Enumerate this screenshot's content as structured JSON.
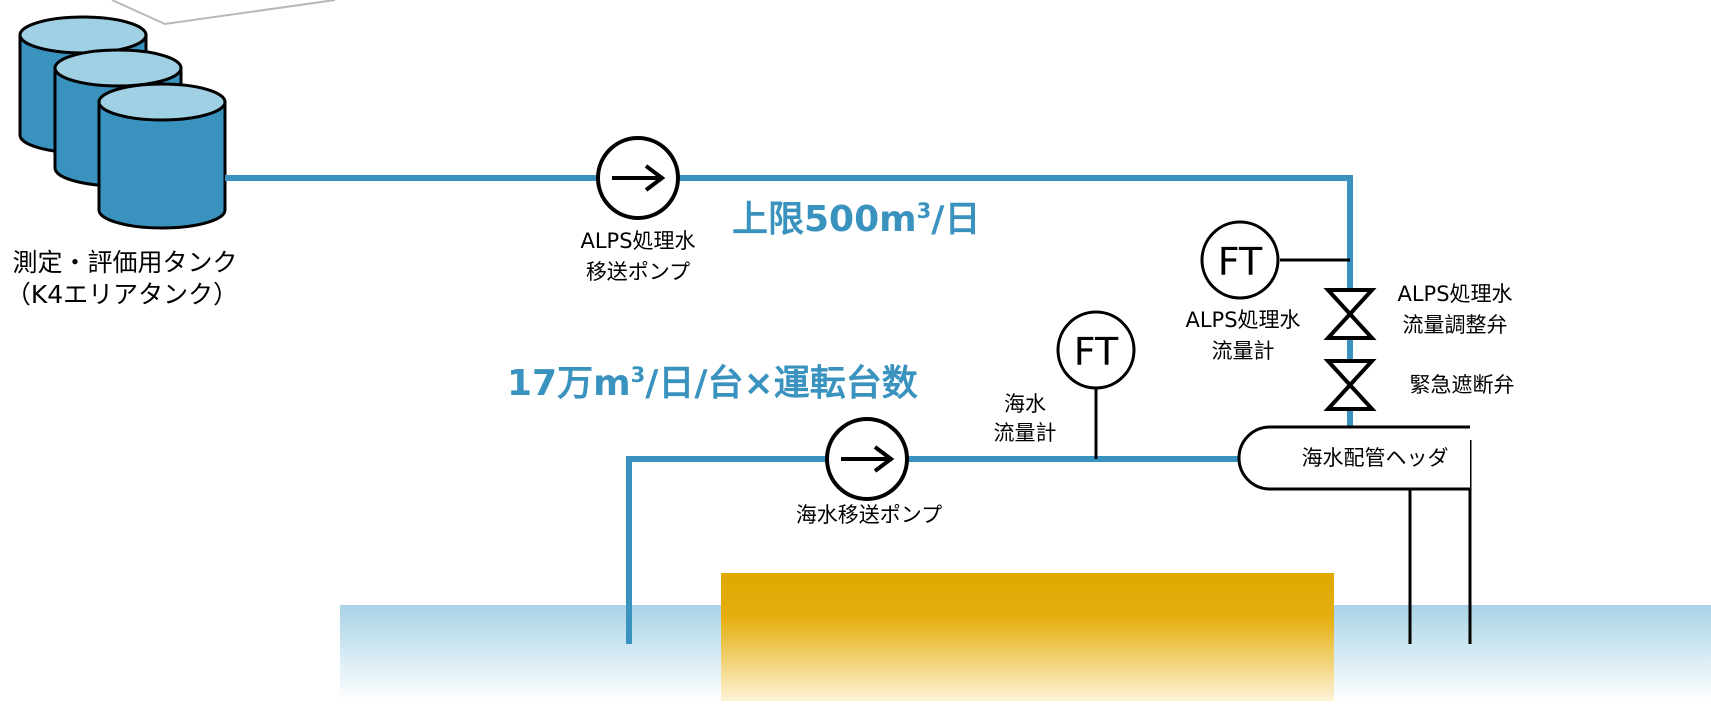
{
  "labels": {
    "tank_line1": "測定・評価用タンク",
    "tank_line2": "（K4エリアタンク）",
    "alps_pump_line1": "ALPS処理水",
    "alps_pump_line2": "移送ポンプ",
    "alps_limit_main": "上限500m",
    "alps_limit_sup": "3",
    "alps_limit_tail": "/日",
    "sea_flow_pre": "17万m",
    "sea_flow_sup": "3",
    "sea_flow_tail": "/日/台×運転台数",
    "alps_ft": "FT",
    "alps_flowmeter_line1": "ALPS処理水",
    "alps_flowmeter_line2": "流量計",
    "alps_valve_line1": "ALPS処理水",
    "alps_valve_line2": "流量調整弁",
    "emergency_valve": "緊急遮断弁",
    "sea_ft": "FT",
    "sea_flowmeter_line1": "海水",
    "sea_flowmeter_line2": "流量計",
    "sea_pump": "海水移送ポンプ",
    "header": "海水配管ヘッダ"
  },
  "colors": {
    "pipe_blue": "#3a93bf",
    "label_blue": "#3a93bf",
    "water_top": "#a9d3e6",
    "water_bottom": "#ffffff",
    "tank_body": "#3a93bf",
    "tank_top": "#9fd0e3",
    "sand_top": "#e0a800",
    "sand_bottom": "#fdf3d6"
  },
  "icons": {
    "pump": "pump-arrow-icon",
    "valve": "bowtie-valve-icon",
    "flowmeter": "ft-circle-icon"
  }
}
